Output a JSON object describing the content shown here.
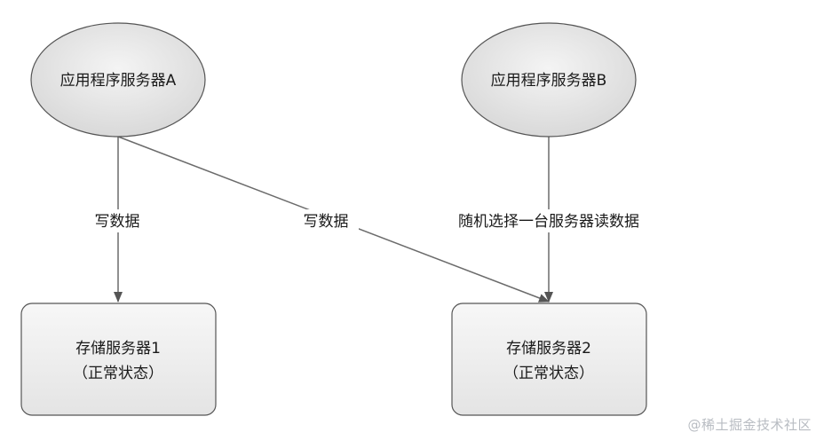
{
  "nodes": {
    "app_server_a": "应用程序服务器A",
    "app_server_b": "应用程序服务器B",
    "storage_1": {
      "line1": "存储服务器1",
      "line2": "（正常状态）"
    },
    "storage_2": {
      "line1": "存储服务器2",
      "line2": "（正常状态）"
    }
  },
  "edges": {
    "a_to_storage1": "写数据",
    "a_to_storage2": "写数据",
    "b_to_storage2": "随机选择一台服务器读数据"
  },
  "watermark": "@稀土掘金技术社区"
}
